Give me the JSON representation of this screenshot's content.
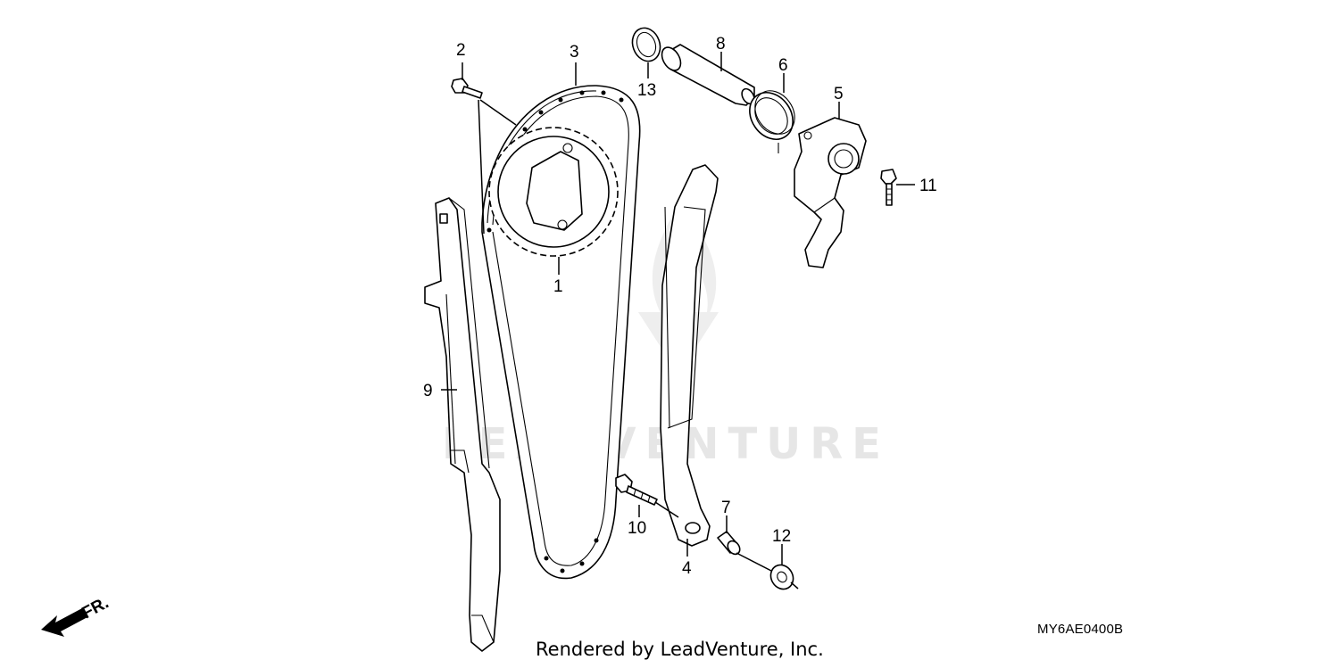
{
  "diagram": {
    "callouts": [
      "1",
      "2",
      "3",
      "4",
      "5",
      "6",
      "7",
      "8",
      "9",
      "10",
      "11",
      "12",
      "13"
    ],
    "direction_label": "FR.",
    "diagram_code": "MY6AE0400B",
    "footer": "Rendered by LeadVenture, Inc.",
    "watermark": "LEADVENTURE"
  }
}
